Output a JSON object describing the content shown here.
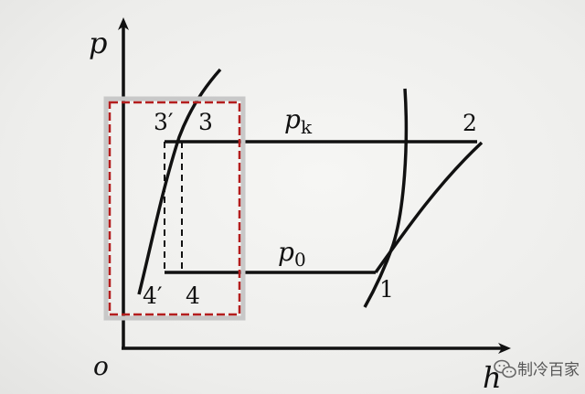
{
  "axes": {
    "y_label": "p",
    "x_label": "h",
    "origin_label": "o"
  },
  "lines": {
    "condensing_label_base": "p",
    "condensing_label_sub": "k",
    "evaporating_label_base": "p",
    "evaporating_label_sub": "0"
  },
  "points": {
    "p1": "1",
    "p2": "2",
    "p3": "3",
    "p3prime": "3′",
    "p4": "4",
    "p4prime": "4′"
  },
  "colors": {
    "ink": "#111111",
    "highlight_outer": "#c8c8c8",
    "highlight_dash": "#b41e1e",
    "watermark": "#555555"
  },
  "watermark": {
    "icon": "wechat-icon",
    "text": "制冷百家"
  }
}
